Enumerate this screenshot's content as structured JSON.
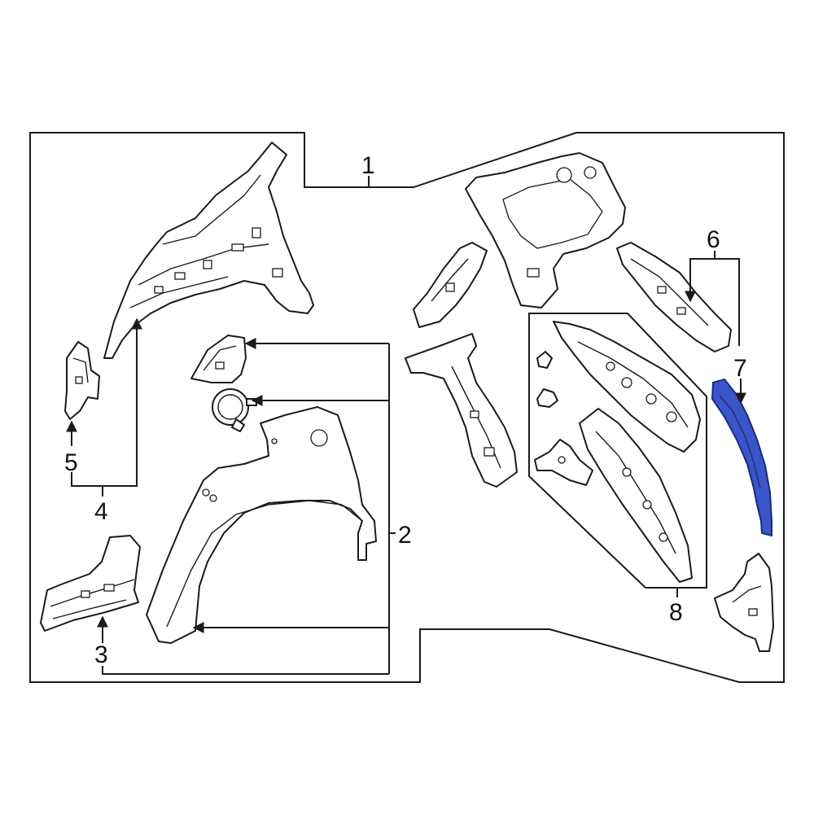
{
  "callouts": {
    "c1": "1",
    "c2": "2",
    "c3": "3",
    "c4": "4",
    "c5": "5",
    "c6": "6",
    "c7": "7",
    "c8": "8"
  },
  "colors": {
    "line": "#1a1a1a",
    "highlight_fill": "#3a55c8",
    "highlight_stroke": "#1a2a7a",
    "background": "#ffffff"
  }
}
